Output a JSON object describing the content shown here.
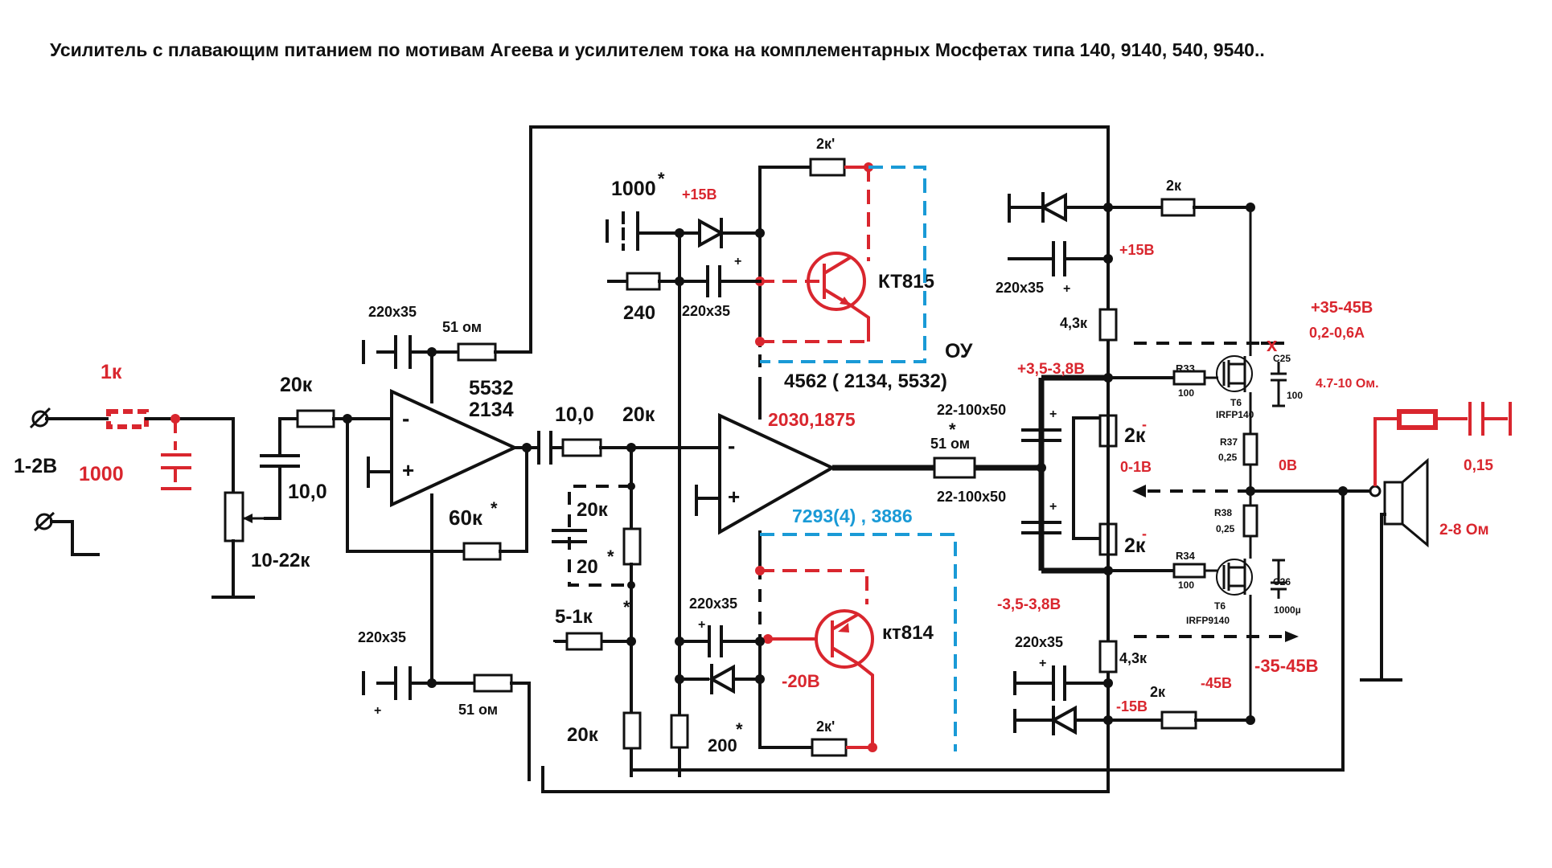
{
  "title": "Усилитель  с плавающим питанием по мотивам  Агеева  и усилителем тока   на комплементарных Мосфетах типа 140, 9140, 540, 9540..",
  "labels": {
    "in_r_red": "1к",
    "in_c_red": "1000",
    "in_voltage": "1-2В",
    "r_in_20k": "20к",
    "c_in_10": "10,0",
    "pot": "10-22к",
    "c_top_220": "220х35",
    "r_top_51": "51 ом",
    "opamp1": "5532",
    "opamp1b": "2134",
    "r_fb_60k": "60к",
    "c_bot_220": "220х35",
    "r_bot_51": "51 ом",
    "c_mid_10": "10,0",
    "r_mid_20k": "20к",
    "r_20k_a": "20к",
    "c_20": "20",
    "r_5_1k": "5-1к",
    "r_20k_b": "20к",
    "c_1000_top": "1000",
    "plus15_red": "+15В",
    "r_240": "240",
    "c_220_top_mid": "220х35",
    "r_2k_top": "2к'",
    "kt815": "КТ815",
    "ou": "ОУ",
    "ou_types": "4562 ( 2134, 5532)",
    "opamp2_red": "2030,1875",
    "opamp2_blue": "7293(4) , 3886",
    "c_220_bot_mid": "220х35",
    "kt814": "кт814",
    "minus20": "-20В",
    "r_200": "200",
    "r_2k_bot": "2к'",
    "c_22_100_top": "22-100х50",
    "r_51_out": "51 ом",
    "c_22_100_bot": "22-100х50",
    "r_2k_right_top": "2к",
    "plus15_right": "+15В",
    "c_220_right_top": "220х35",
    "r_4_3k_top": "4,3к",
    "plus3_5": "+3,5-3,8В",
    "r_2k_a": "2к",
    "v_0_1": "0-1В",
    "r_2k_b": "2к",
    "minus3_5": "-3,5-3,8В",
    "r_4_3k_bot": "4,3к",
    "c_220_right_bot": "220х35",
    "r_2k_right_bot": "2к",
    "minus15_right": "-15В",
    "minus45": "-45В",
    "plus35_45": "+35-45В",
    "current": "0,2-0,6А",
    "ohm_range": "4.7-10 Ом.",
    "r33": "R33",
    "r33v": "100",
    "t6_top": "T6",
    "irfp140": "IRFP140",
    "c25": "C25",
    "c25v": "100",
    "r37": "R37",
    "r37v": "0,25",
    "ov": "0В",
    "r38": "R38",
    "r38v": "0,25",
    "r34": "R34",
    "r34v": "100",
    "t6_bot": "T6",
    "irfp9140": "IRFP9140",
    "c26": "C26",
    "c26v": "1000µ",
    "minus35_45": "-35-45В",
    "c_015": "0,15",
    "spk": "2-8 Ом",
    "plus": "+",
    "minus": "-",
    "star": "*"
  }
}
